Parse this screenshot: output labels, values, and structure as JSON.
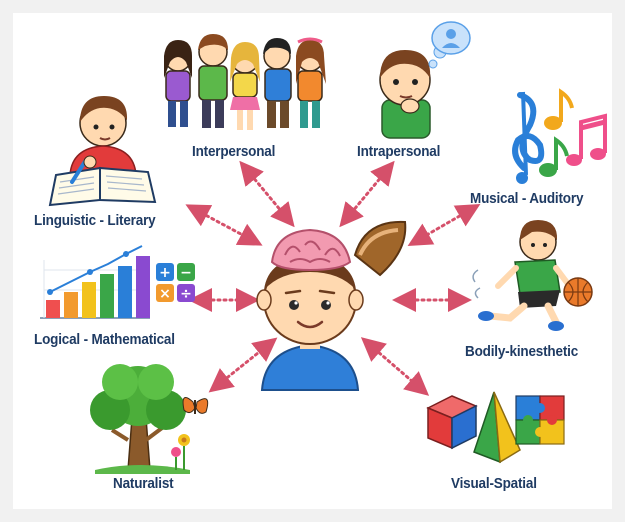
{
  "labels": {
    "interpersonal": "Interpersonal",
    "intrapersonal": "Intrapersonal",
    "musical": "Musical - Auditory",
    "linguistic": "Linguistic - Literary",
    "logical": "Logical - Mathematical",
    "bodily": "Bodily-kinesthetic",
    "naturalist": "Naturalist",
    "visual": "Visual-Spatial"
  },
  "colors": {
    "label_text": "#1f3b63",
    "arrow": "#d5506a",
    "brain": "#f29ab0",
    "skin": "#ffd9b0",
    "hair": "#6b3b1c",
    "shirt": "#2f7fd8"
  },
  "icons": {
    "math_symbols": [
      "+",
      "−",
      "×",
      "÷"
    ]
  }
}
